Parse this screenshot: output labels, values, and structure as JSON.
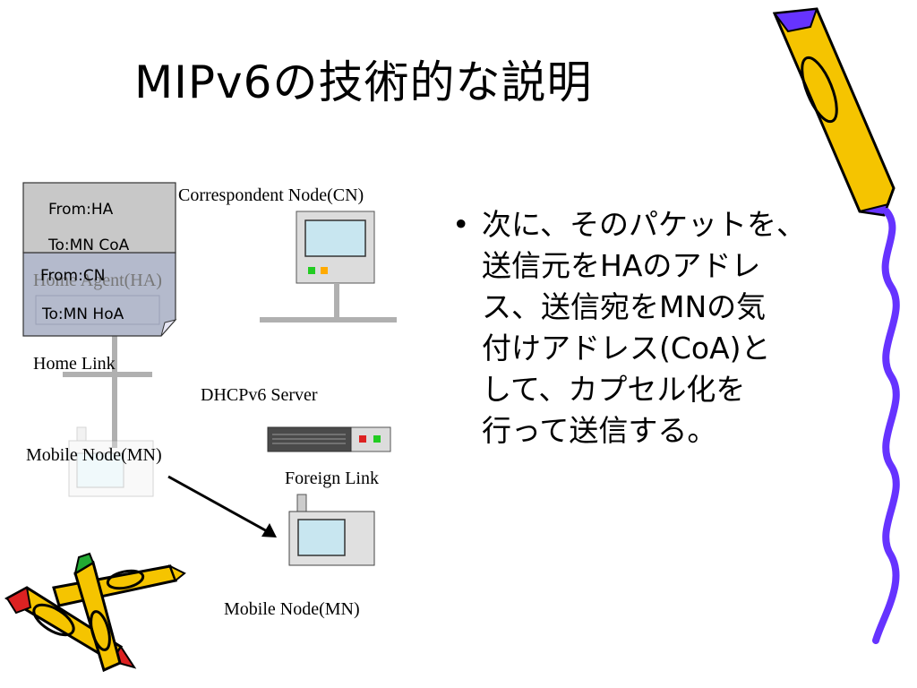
{
  "title": "MIPv6の技術的な説明",
  "labels": {
    "cn": "Correspondent Node(CN)",
    "ha": "Home Agent(HA)",
    "home_link": "Home Link",
    "dhcp": "DHCPv6 Server",
    "mn_home": "Mobile Node(MN)",
    "foreign_link": "Foreign Link",
    "mn_foreign": "Mobile Node(MN)"
  },
  "outer_packet": {
    "from": "From:HA",
    "to": "To:MN CoA"
  },
  "inner_packet": {
    "from": "From:CN",
    "to": "To:MN HoA"
  },
  "bullet": {
    "symbol": "•",
    "lines": [
      "次に、そのパケットを、",
      "送信元をHAのアドレ",
      "ス、送信宛をMNの気",
      "付けアドレス(CoA)と",
      "して、カプセル化を",
      "行って送信する。"
    ]
  },
  "colors": {
    "packet_fill": "#c8c8c8",
    "inner_packet_fill": "#b4bacc",
    "screen": "#c8e6f0",
    "line_gray": "#b0b0b0",
    "pencil_yellow": "#f5c400",
    "pencil_blue": "#6633ff"
  }
}
